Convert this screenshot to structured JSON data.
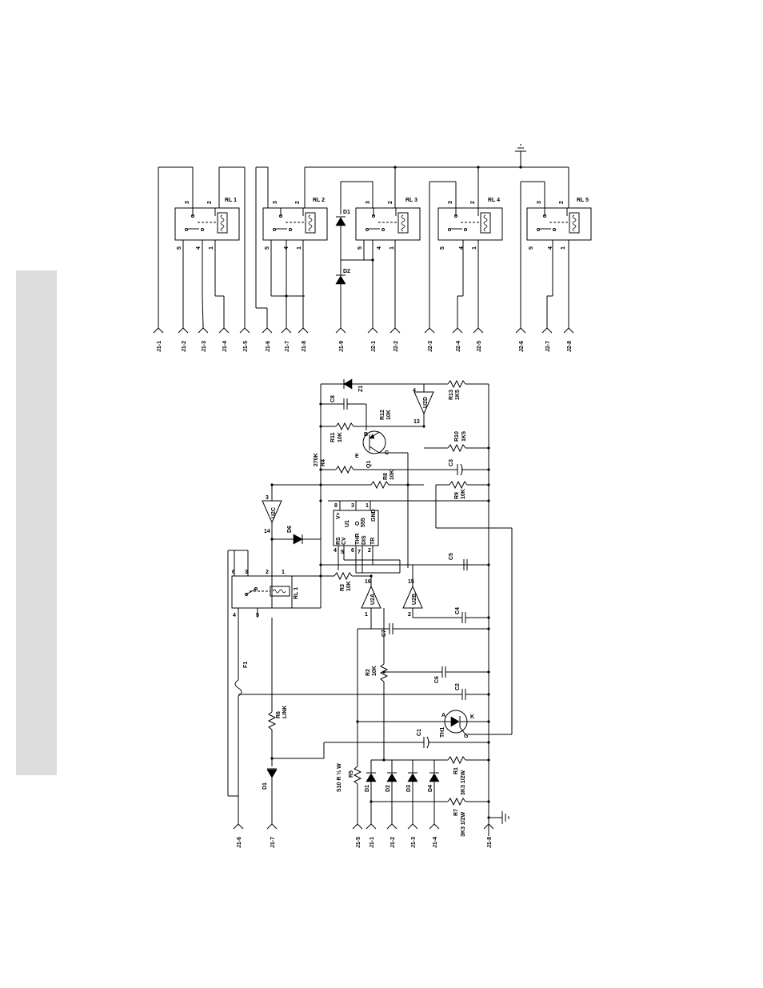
{
  "upper_relays": [
    {
      "ref": "RL 1"
    },
    {
      "ref": "RL 2"
    },
    {
      "ref": "RL 3"
    },
    {
      "ref": "RL 4"
    },
    {
      "ref": "RL 5"
    }
  ],
  "relay_pins": [
    "3",
    "2",
    "5",
    "4",
    "1"
  ],
  "upper_connectors": [
    "J1-1",
    "J1-2",
    "J1-3",
    "J1-4",
    "J1-5",
    "J1-6",
    "J1-7",
    "J1-8",
    "J1-9",
    "J2-1",
    "J2-2",
    "J2-3",
    "J2-4",
    "J2-5",
    "J2-6",
    "J2-7",
    "J2-8"
  ],
  "upper_diodes": [
    "D1",
    "D2"
  ],
  "lower_connectors": [
    "J1-6",
    "J1-7",
    "J1-5",
    "J1-1",
    "J1-2",
    "J1-3",
    "J1-4",
    "J1-8"
  ],
  "lower_relay": {
    "ref": "RL 1",
    "pins": [
      "6",
      "3",
      "2",
      "1",
      "4",
      "5"
    ]
  },
  "ic_555": {
    "ref": "U1",
    "type": "555",
    "pins": [
      "8",
      "3",
      "1",
      "4",
      "5",
      "6",
      "7",
      "2"
    ],
    "labels": [
      "V+",
      "O",
      "GND",
      "RS",
      "CV",
      "THR",
      "DIS",
      "TR"
    ]
  },
  "opamps": [
    {
      "ref": "U2C",
      "pins": [
        "3",
        "14"
      ]
    },
    {
      "ref": "U2D",
      "pins": [
        "4",
        "13"
      ]
    },
    {
      "ref": "U2A",
      "pins": [
        "16",
        "1"
      ]
    },
    {
      "ref": "U2B",
      "pins": [
        "15",
        "2"
      ]
    }
  ],
  "resistors": [
    {
      "ref": "R13",
      "value": "1K5"
    },
    {
      "ref": "R12",
      "value": "10K"
    },
    {
      "ref": "R11",
      "value": "10K"
    },
    {
      "ref": "R10",
      "value": "1K5"
    },
    {
      "ref": "R4",
      "value": "270K"
    },
    {
      "ref": "R8",
      "value": "10K"
    },
    {
      "ref": "R9",
      "value": "10K"
    },
    {
      "ref": "R3",
      "value": "10K"
    },
    {
      "ref": "R2",
      "value": "10K"
    },
    {
      "ref": "R6",
      "value": "LINK"
    },
    {
      "ref": "R5",
      "value": "S10 R ½ W"
    },
    {
      "ref": "R1",
      "value": "3K3 1/2W"
    },
    {
      "ref": "R7",
      "value": "3K3 1/2W"
    }
  ],
  "capacitors": [
    "C8",
    "C3",
    "C5",
    "C4",
    "C7",
    "C6",
    "C2",
    "C1"
  ],
  "diodes": [
    "Z1",
    "D6",
    "D1",
    "D1",
    "D2",
    "D3",
    "D4"
  ],
  "transistor": {
    "ref": "Q1",
    "pins": [
      "B",
      "E",
      "C"
    ]
  },
  "thyristor": {
    "ref": "TH1",
    "pins": [
      "A",
      "K",
      "G"
    ]
  },
  "fuse": {
    "ref": "F1"
  }
}
